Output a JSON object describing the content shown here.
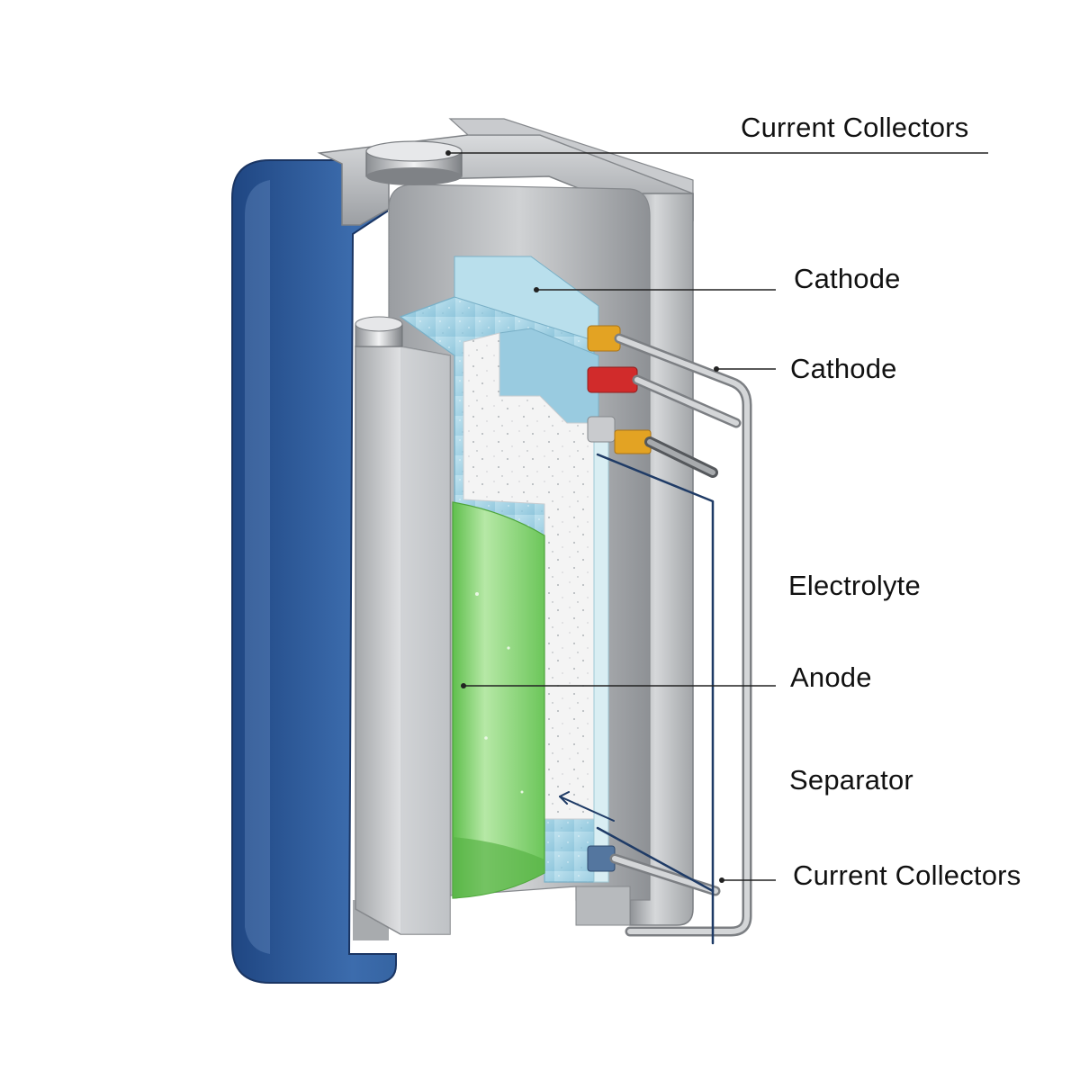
{
  "colors": {
    "casing_blue": "#2d5b9a",
    "steel": "#b9bcbf",
    "cathode_blue": "#a9d6e6",
    "anode_green": "#7fcf6a",
    "separator_white": "#f3f3f3",
    "tab_orange": "#e3a323",
    "tab_red": "#d12b2b",
    "wire_navy": "#1f3b66"
  },
  "labels": {
    "current_collectors_top": "Current Collectors",
    "cathode_1": "Cathode",
    "cathode_2": "Cathode",
    "electrolyte": "Electrolyte",
    "anode": "Anode",
    "separator": "Separator",
    "current_collectors_bottom": "Current Collectors"
  }
}
